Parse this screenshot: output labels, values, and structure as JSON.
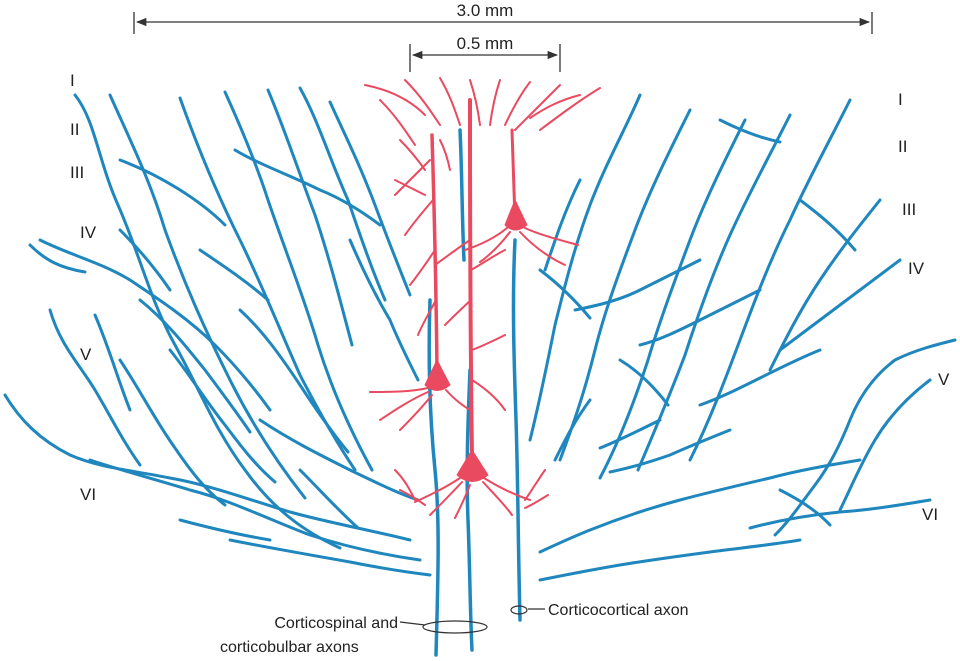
{
  "scale_bars": {
    "large": "3.0 mm",
    "small": "0.5 mm"
  },
  "layers_left": [
    "I",
    "II",
    "III",
    "IV",
    "V",
    "VI"
  ],
  "layers_right": [
    "I",
    "II",
    "III",
    "IV",
    "V",
    "VI"
  ],
  "captions": {
    "corticospinal_line1": "Corticospinal and",
    "corticospinal_line2": "corticobulbar axons",
    "corticocortical": "Corticocortical axon"
  },
  "colors": {
    "afferent_fibers": "#1f87bd",
    "pyramidal_neurons": "#ea4a60",
    "text": "#222222"
  }
}
